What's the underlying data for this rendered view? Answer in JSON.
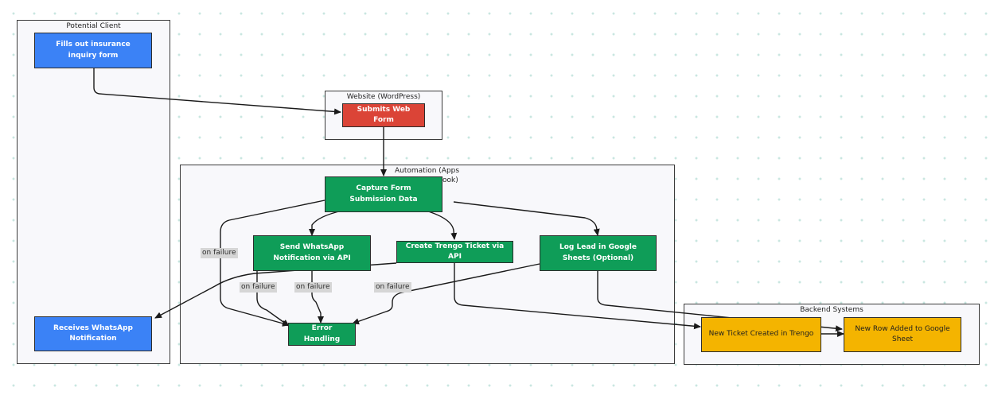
{
  "groups": {
    "client": "Potential Client",
    "website": "Website (WordPress)",
    "automation_line1": "Automation (Apps",
    "automation_line2": "ook)",
    "backend": "Backend Systems"
  },
  "nodes": {
    "fill_form": "Fills out insurance inquiry form",
    "receive_whatsapp": "Receives WhatsApp Notification",
    "submit_form": "Submits Web Form",
    "capture": "Capture Form Submission Data",
    "send_whatsapp": "Send WhatsApp Notification via API",
    "create_ticket": "Create Trengo Ticket via API",
    "log_lead": "Log Lead in Google Sheets (Optional)",
    "error_handling": "Error Handling",
    "new_ticket": "New Ticket Created in Trengo",
    "new_row": "New Row Added to Google Sheet"
  },
  "edge_labels": {
    "capture_failure": "on failure",
    "whatsapp_failure": "on failure",
    "ticket_failure": "on failure",
    "sheets_failure": "on failure"
  },
  "colors": {
    "client_node": "#3b82f6",
    "website_node": "#db4437",
    "automation_node": "#0f9d58",
    "backend_node": "#f4b400"
  }
}
